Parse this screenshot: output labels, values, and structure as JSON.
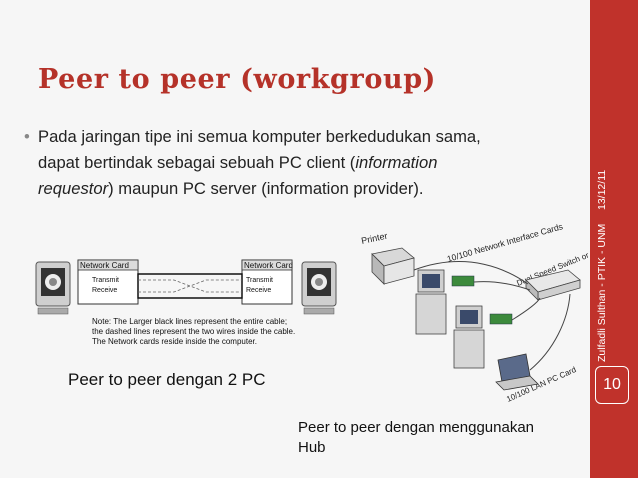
{
  "slide": {
    "title": "Peer to peer (workgroup)",
    "bullet": {
      "line1": "Pada jaringan tipe ini semua komputer berkedudukan sama,",
      "line2": "dapat bertindak sebagai sebuah PC client (",
      "line2_italic": "information",
      "line3_italic": "requestor",
      "line3": ") maupun PC server (information provider)."
    },
    "sidebar": {
      "date": "13/12/11",
      "author": "Zulfadli Sulthan - PTIK - UNM",
      "page_number": "10"
    },
    "diagram_2pc": {
      "left_card_label": "Network Card",
      "right_card_label": "Network Card",
      "transmit": "Transmit",
      "receive": "Receive",
      "note_line1": "Note: The Larger black lines represent the entire cable;",
      "note_line2": "the dashed lines represent the two wires inside the cable.",
      "note_line3": "The Network cards reside inside the computer."
    },
    "diagram_hub": {
      "printer": "Printer",
      "nic": "10/100 Network Interface Cards",
      "switch": "Dual Speed Switch or Hub",
      "lan": "10/100 LAN PC Card"
    },
    "caption_2pc": "Peer to peer dengan 2 PC",
    "caption_hub_line1": "Peer to peer dengan menggunakan",
    "caption_hub_line2": "Hub"
  }
}
